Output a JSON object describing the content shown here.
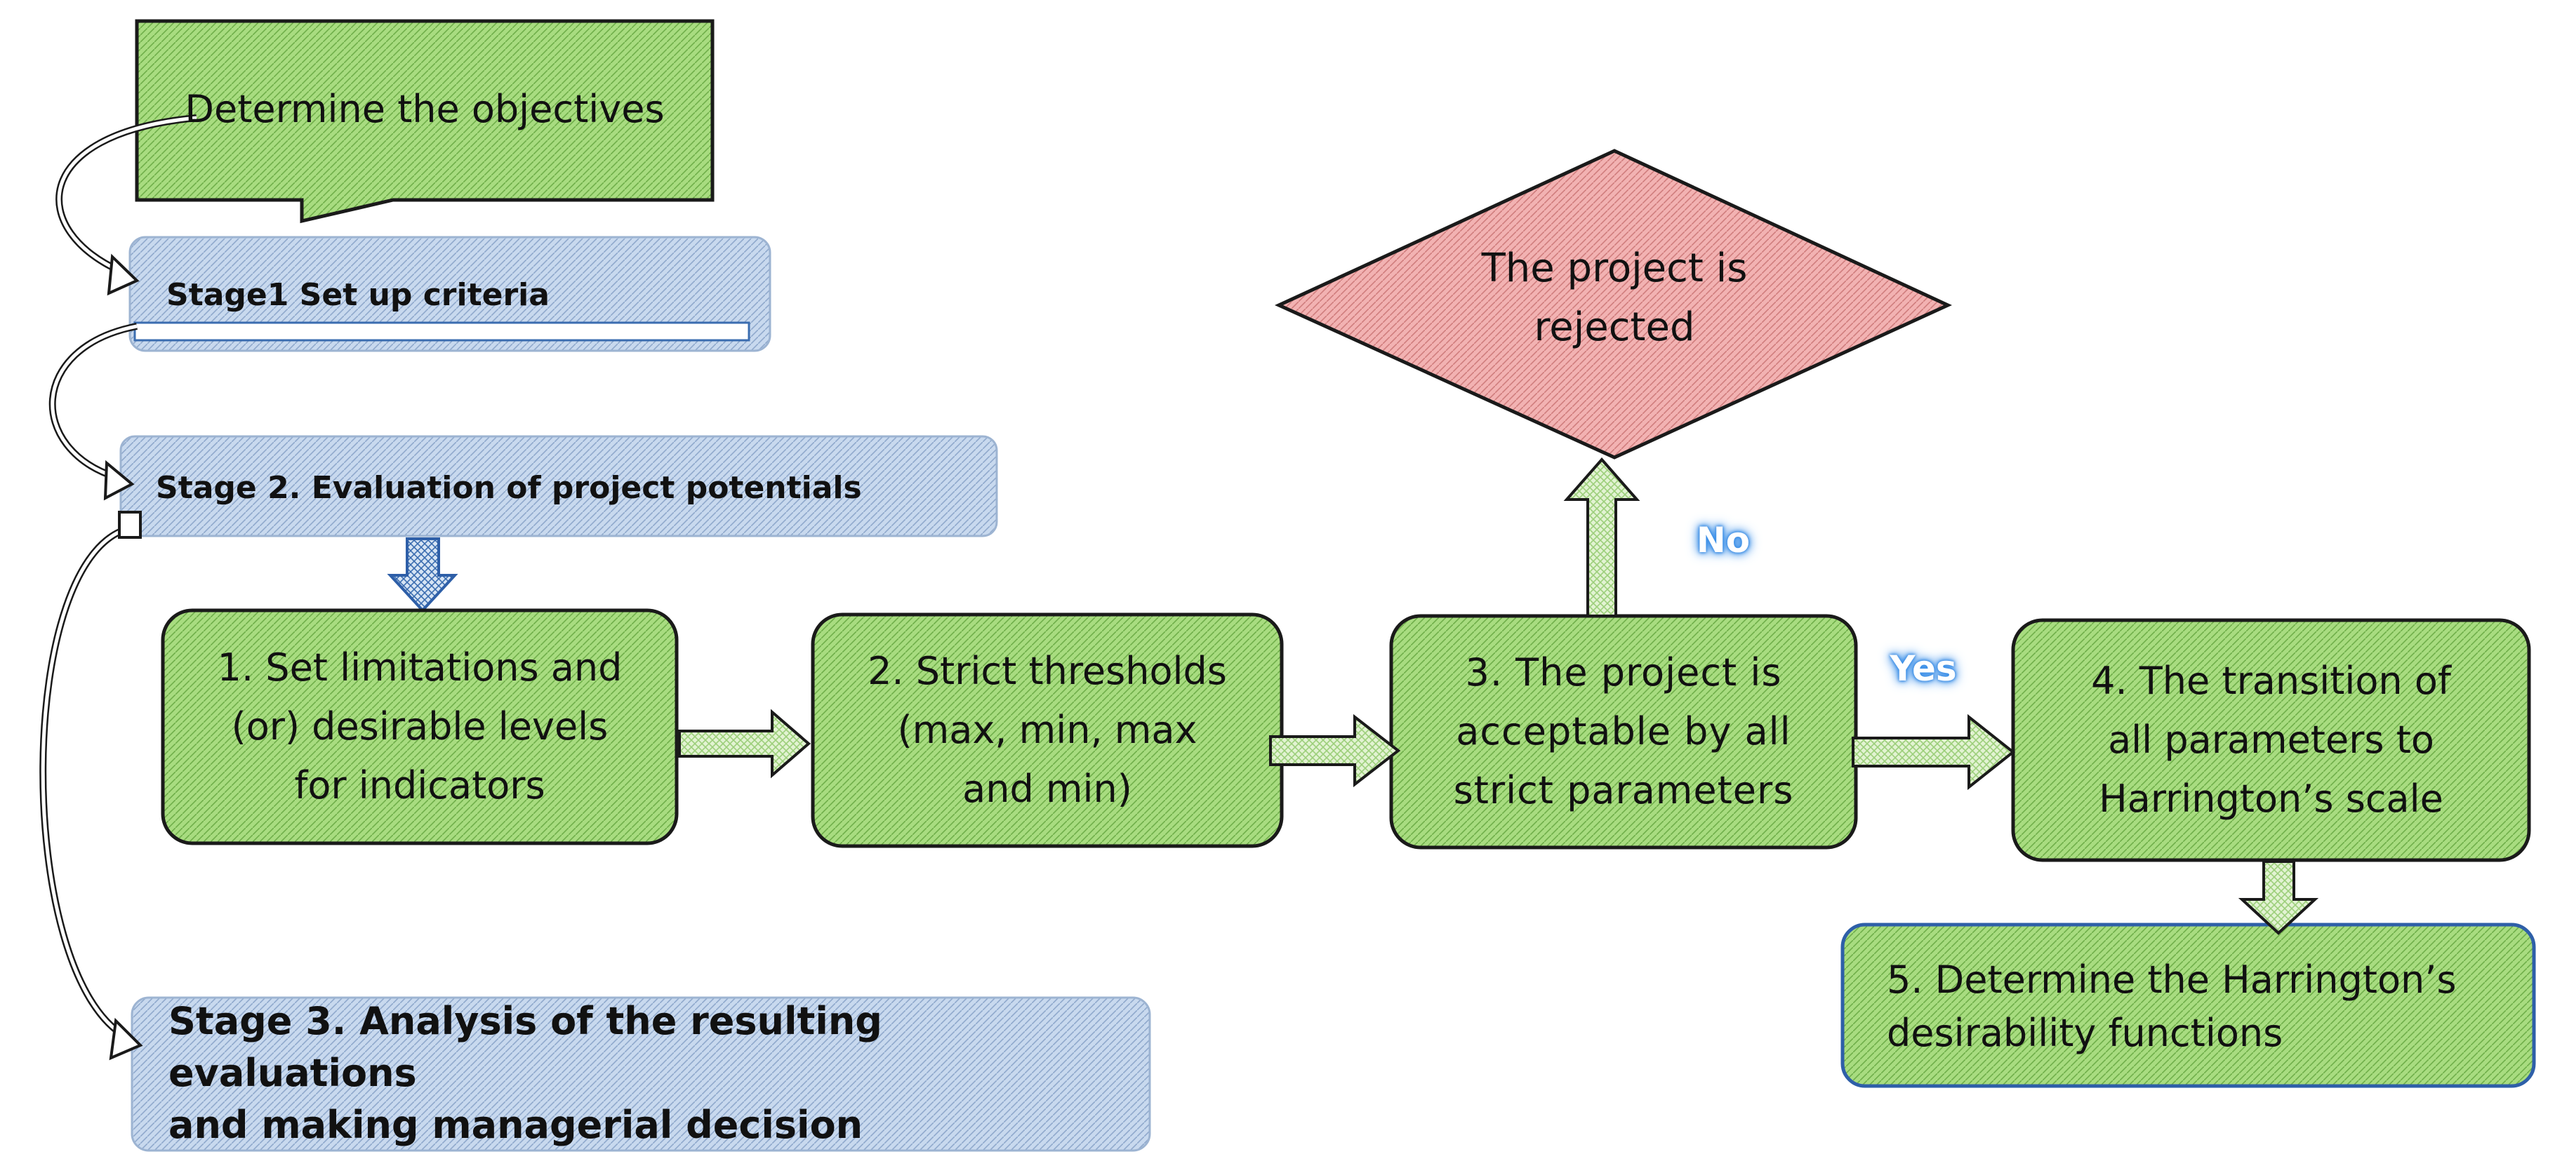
{
  "colors": {
    "green_fill": "#a8dc80",
    "green_stroke": "#1a1a1a",
    "blue_fill": "#c8d9ee",
    "blue_stroke": "#8ea8c8",
    "red_fill": "#f2b2b2",
    "label_glow": "#3a8fe8",
    "connector": "#1a1a1a"
  },
  "diagram": {
    "objective": "Determine the objectives",
    "stage1": "Stage1 Set up criteria",
    "stage2": "Stage 2. Evaluation of project potentials",
    "stage3": "Stage 3. Analysis of the resulting evaluations\nand making managerial  decision",
    "step1": "1. Set limitations and\n(or) desirable levels\nfor indicators",
    "step2": "2. Strict thresholds\n(max, min, max\nand min)",
    "step3": "3. The project is\nacceptable by all\nstrict parameters",
    "step4": "4. The transition of\nall parameters to\nHarrington’s scale",
    "step5": "5. Determine the Harrington’s\ndesirability functions",
    "rejected": "The project is\nrejected",
    "label_no": "No",
    "label_yes": "Yes"
  }
}
